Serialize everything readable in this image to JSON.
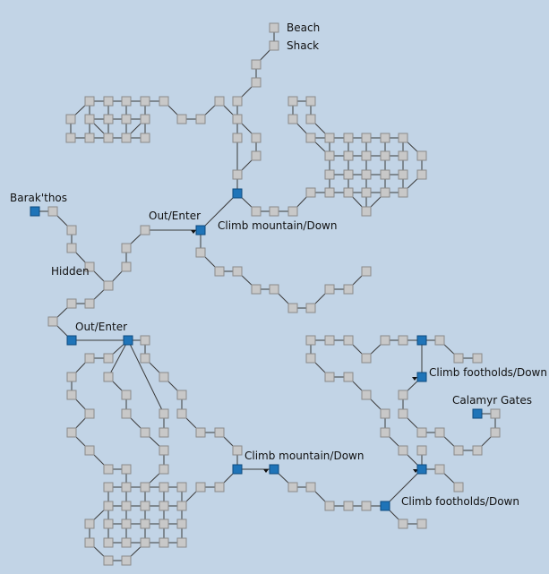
{
  "labels": {
    "beach": "Beach",
    "shack": "Shack",
    "barakthos": "Barak'thos",
    "out_enter_1": "Out/Enter",
    "climb_mountain_1": "Climb mountain/Down",
    "hidden": "Hidden",
    "out_enter_2": "Out/Enter",
    "climb_footholds_1": "Climb footholds/Down",
    "calamyr_gates": "Calamyr Gates",
    "climb_mountain_2": "Climb mountain/Down",
    "climb_footholds_2": "Climb footholds/Down"
  },
  "colors": {
    "background": "#c2d4e6",
    "room": "#c8c8c8",
    "special_room": "#1f74b8",
    "link": "#3b3b3b"
  }
}
